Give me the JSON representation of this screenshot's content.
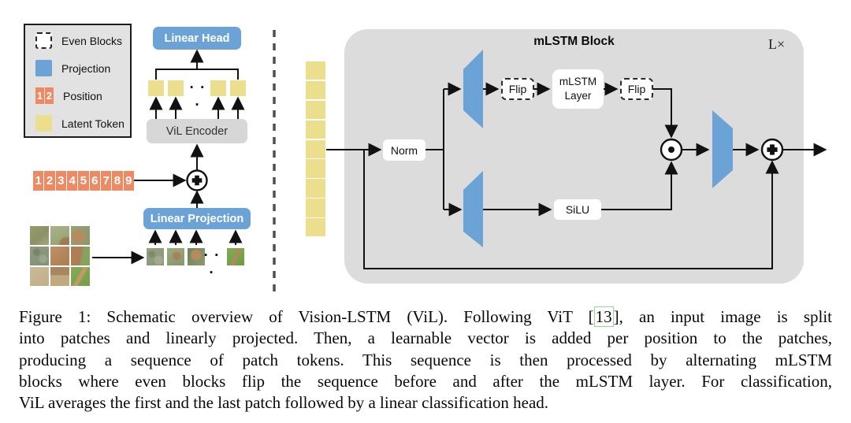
{
  "colors": {
    "blue": "#6ba3d6",
    "orange": "#ee8a63",
    "yellow": "#ebdf8d",
    "block_gray": "#dcdcdc",
    "legend_gray": "#e2e2e2",
    "encoder_gray": "#d7d7d7",
    "citation_green": "#8fdc8f"
  },
  "legend": {
    "items": [
      {
        "label": "Even Blocks"
      },
      {
        "label": "Projection"
      },
      {
        "label": "Position",
        "cells": [
          "1",
          "2"
        ]
      },
      {
        "label": "Latent Token"
      }
    ]
  },
  "left_panel": {
    "linear_head_label": "Linear Head",
    "vil_encoder_label": "ViL Encoder",
    "linear_projection_label": "Linear Projection",
    "positions": [
      "1",
      "2",
      "3",
      "4",
      "5",
      "6",
      "7",
      "8",
      "9"
    ],
    "tokens_ellipsis": "· · ·",
    "patches_ellipsis": "· · ·",
    "image_grid_cells": 9
  },
  "right_panel": {
    "block_title": "mLSTM Block",
    "repeat_label": "L×",
    "norm_label": "Norm",
    "flip_left_label": "Flip",
    "flip_right_label": "Flip",
    "mlstm_layer_line1": "mLSTM",
    "mlstm_layer_line2": "Layer",
    "silu_label": "SiLU",
    "input_token_count": 9
  },
  "caption": {
    "line1_pre": "Figure 1: Schematic overview of Vision-LSTM (ViL). Following ViT [",
    "line1_cite": "13",
    "line1_post": "], an input image is split",
    "line2": "into patches and linearly projected. Then, a learnable vector is added per position to the patches,",
    "line3": "producing a sequence of patch tokens. This sequence is then processed by alternating mLSTM",
    "line4": "blocks where even blocks flip the sequence before and after the mLSTM layer. For classification,",
    "line5": "ViL averages the first and the last patch followed by a linear classification head."
  }
}
